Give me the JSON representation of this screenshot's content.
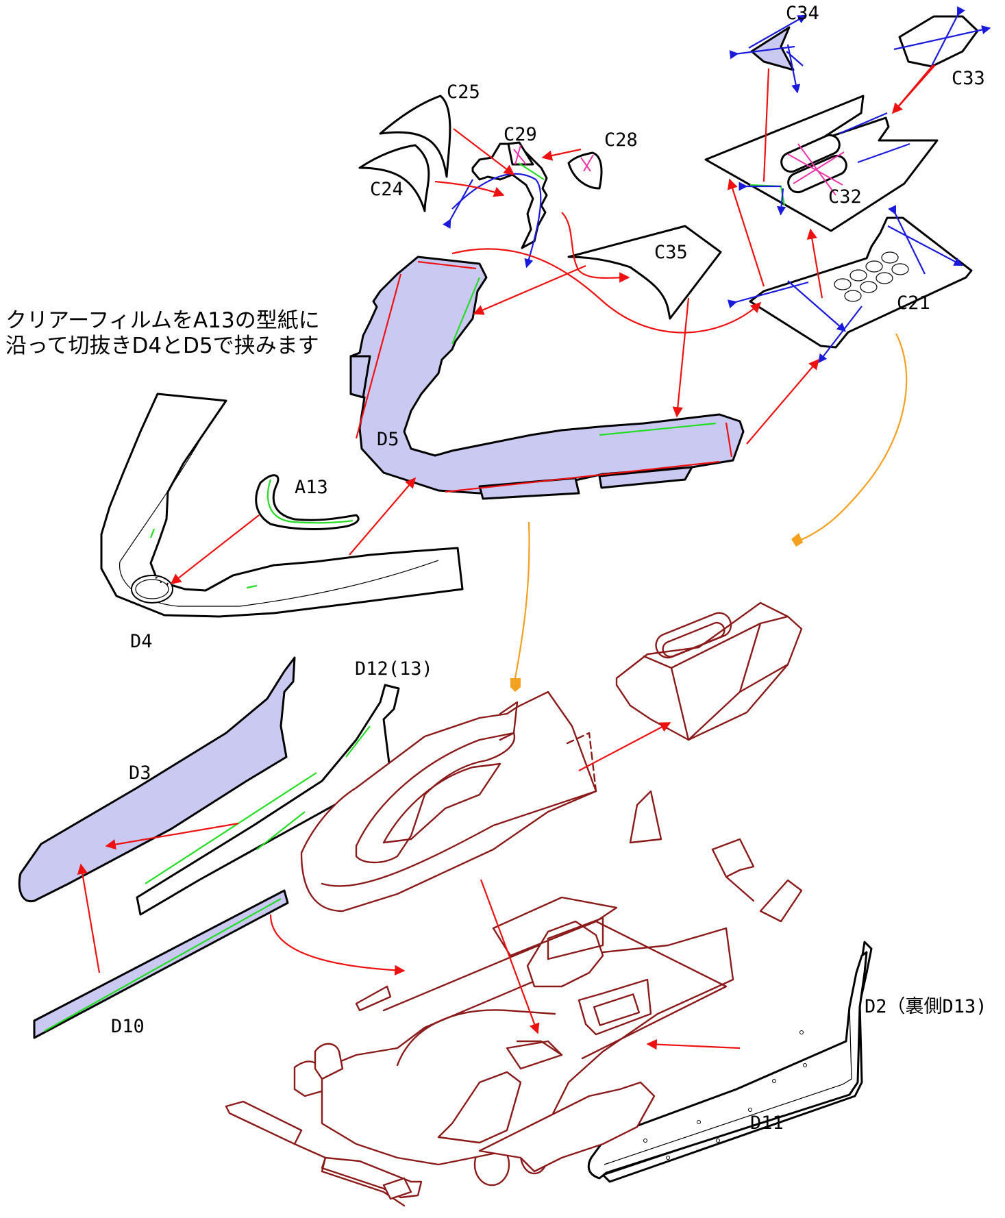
{
  "diagram": {
    "note_lines": [
      "クリアーフィルムをA13の型紙に",
      "沿って切抜きD4とD5で挟みます"
    ],
    "labels": {
      "c34": "C34",
      "c33": "C33",
      "c25": "C25",
      "c29": "C29",
      "c28": "C28",
      "c24": "C24",
      "c32": "C32",
      "c35": "C35",
      "c21": "C21",
      "d5": "D5",
      "a13": "A13",
      "d4": "D4",
      "d12": "D12(13)",
      "d3": "D3",
      "d10": "D10",
      "d2": "D2（裏側D13)",
      "d11": "D11"
    },
    "colors": {
      "car_line": "#8b1a1a",
      "arrow": "#ee1111",
      "fold_line": "#1a1add",
      "glue_line": "#22dd22",
      "cut_line": "#ee33aa",
      "part_fill": "#c9c9f2",
      "leader": "#f4a020"
    }
  }
}
